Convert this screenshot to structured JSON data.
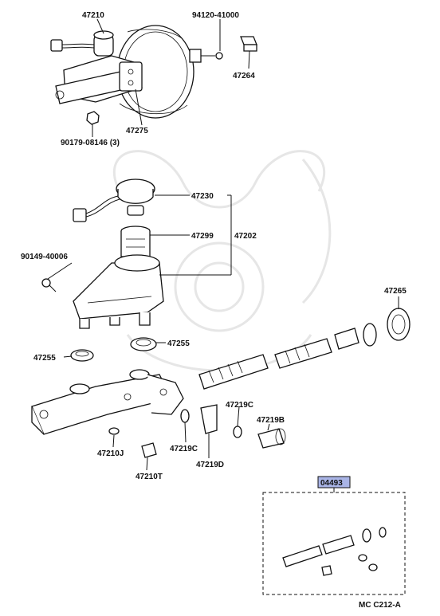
{
  "labels": {
    "p47210": "47210",
    "p94120": "94120-41000",
    "p47264": "47264",
    "p47275": "47275",
    "p90179": "90179-08146 (3)",
    "p47230": "47230",
    "p47299": "47299",
    "p47202": "47202",
    "p90149": "90149-40006",
    "p47265": "47265",
    "p47255a": "47255",
    "p47255b": "47255",
    "p47219c_a": "47219C",
    "p47219b": "47219B",
    "p47219c_b": "47219C",
    "p47210j": "47210J",
    "p47219d": "47219D",
    "p47210t": "47210T",
    "kit": "04493",
    "ref": "MC C212-A"
  },
  "colors": {
    "ink": "#111111",
    "kit_highlight": "#a9b4e6",
    "watermark": "#e6e6e6"
  }
}
